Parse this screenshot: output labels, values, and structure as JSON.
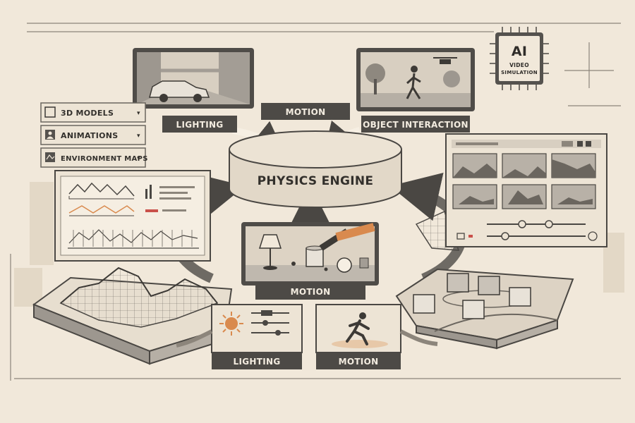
{
  "chip": {
    "title": "AI",
    "line1": "VIDEO",
    "line2": "SIMULATION"
  },
  "engine": {
    "label": "PHYSICS ENGINE"
  },
  "labels": {
    "lighting_top": "LIGHTING",
    "motion_top": "MOTION",
    "object_interaction": "OBJECT INTERACTION",
    "motion_center": "MOTION",
    "lighting_bottom": "LIGHTING",
    "motion_bottom": "MOTION"
  },
  "menu": [
    {
      "label": "3D MODELS",
      "icon": "square-icon"
    },
    {
      "label": "ANIMATIONS",
      "icon": "person-icon"
    },
    {
      "label": "ENVIRONMENT MAPS",
      "icon": "map-icon"
    }
  ],
  "colors": {
    "background": "#f1e8da",
    "ink": "#3d3a36",
    "panel": "#ece3d4",
    "label_bar": "#4d4a46",
    "accent_orange": "#d98a4e",
    "accent_red": "#c9504a"
  }
}
